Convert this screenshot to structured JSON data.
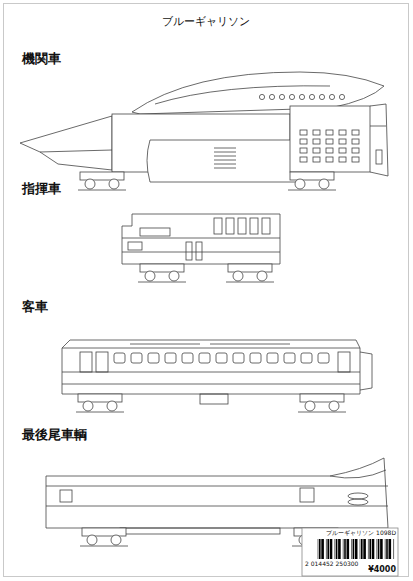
{
  "diagram": {
    "title": "ブルーギャリソン",
    "labels": [
      "機関車",
      "指揮車",
      "客車",
      "最後尾車輌",
      "ブルーギャリソン 1098D",
      "2 014452 250300",
      "¥4000"
    ]
  }
}
